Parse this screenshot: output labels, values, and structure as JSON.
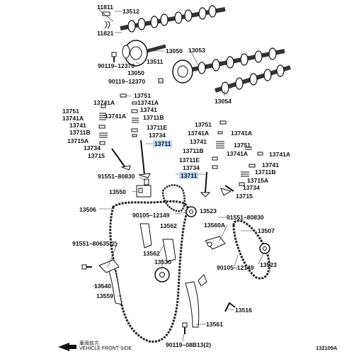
{
  "parts": {
    "p11811": "11811",
    "p13512": "13512",
    "p11821": "11821",
    "p13050a": "13050",
    "p13053": "13053",
    "p90119_12370": "90119–12370",
    "p13511": "13511",
    "p13050b": "13050",
    "p90119_12370b": "90119–12370",
    "p13054": "13054",
    "p13751a": "13751",
    "p13741Aa": "13741A",
    "p13741Ab": "13741A",
    "p13741a": "13741",
    "p13751b": "13751",
    "p13711Ba": "13711B",
    "p13741Ac": "13741A",
    "p13741b": "13741",
    "p13711Ea": "13711E",
    "p13711Bb": "13711B",
    "p13734a": "13734",
    "p13715Aa": "13715A",
    "p13711a": "13711",
    "p13734b": "13734",
    "p13715a": "13715",
    "p91551_80830a": "91551–80830",
    "p13751c": "13751",
    "p13741Ad": "13741A",
    "p13741Ae": "13741A",
    "p13741c": "13741",
    "p13751d": "13751",
    "p13711Bc": "13711B",
    "p13741Af": "13741A",
    "p13741Ag": "13741A",
    "p13711Eb": "13711E",
    "p13734c": "13734",
    "p13741d": "13741",
    "p13711b": "13711",
    "p13711Bd": "13711B",
    "p13715Ab": "13715A",
    "p13734d": "13734",
    "p13715b": "13715",
    "p13550": "13550",
    "p13506": "13506",
    "p90105_12149a": "90105–12149",
    "p13523a": "13523",
    "p91551_80830b": "91551–80830",
    "p13562a": "13562",
    "p13560A": "13560A",
    "p13507": "13507",
    "p91551_80635": "91551–80635(2)",
    "p13562b": "13562",
    "p13530": "13530",
    "p90105_12149b": "90105–12149",
    "p13523b": "13523",
    "p13540": "13540",
    "p13559": "13559",
    "p13516": "13516",
    "p13561": "13561",
    "p90119_08B13": "90119–08B13(2)"
  },
  "footer": {
    "vehicle_front_jp": "車両前方",
    "vehicle_front_en": "VEHICLE FRONT SIDE",
    "figure_ref": "132109A"
  }
}
